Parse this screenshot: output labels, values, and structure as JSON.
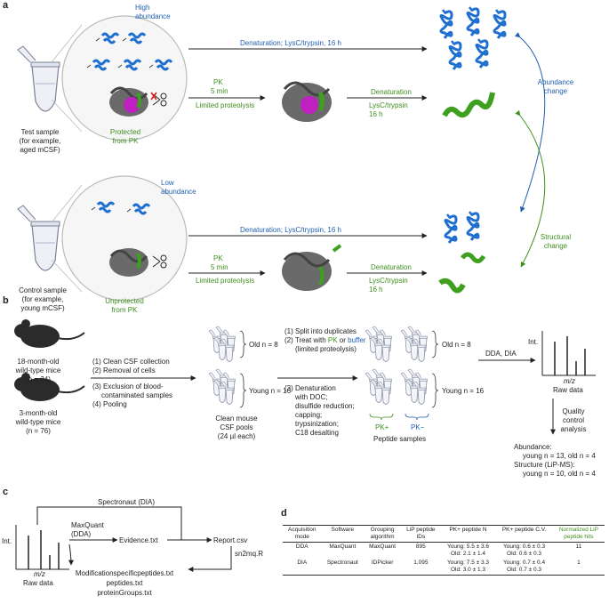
{
  "panel_labels": {
    "a": "a",
    "b": "b",
    "c": "c",
    "d": "d"
  },
  "a": {
    "high_abundance": [
      "High",
      "abundance"
    ],
    "low_abundance": [
      "Low",
      "abundance"
    ],
    "denat_lysc": "Denaturation; LysC/trypsin, 16 h",
    "pk": "PK",
    "five_min": "5 min",
    "limited_proteolysis": "Limited proteolysis",
    "denaturation": "Denaturation",
    "lysc_trypsin": "LysC/trypsin",
    "sixteen_h": "16 h",
    "protected": [
      "Protected",
      "from PK"
    ],
    "unprotected": [
      "Unprotected",
      "from PK"
    ],
    "test_sample": [
      "Test sample",
      "(for example,",
      "aged mCSF)"
    ],
    "control_sample": [
      "Control sample",
      "(for example,",
      "young mCSF)"
    ],
    "abundance_change": [
      "Abundance",
      "change"
    ],
    "structural_change": [
      "Structural",
      "change"
    ]
  },
  "b": {
    "mice_old": [
      "18-month-old",
      "wild-type mice"
    ],
    "mice_old_n": "(n = 34)",
    "mice_young": [
      "3-month-old",
      "wild-type mice"
    ],
    "mice_young_n": "(n = 76)",
    "steps1": [
      "(1) Clean CSF collection",
      "(2) Removal of cells",
      "(3) Exclusion of blood-",
      "contaminated samples",
      "(4) Pooling"
    ],
    "old_n": "Old n = 8",
    "young_n": "Young n = 16",
    "pools": [
      "Clean mouse",
      "CSF pools",
      "(24 µl each)"
    ],
    "steps2_1": "(1) Split into duplicates",
    "steps2_2a": "(2) Treat with ",
    "steps2_pk": "PK",
    "steps2_or": " or ",
    "steps2_buffer": "buffer",
    "steps2_3": "(limited proteolysis)",
    "steps3": [
      "(3) Denaturation",
      "with DOC;",
      "disulfide reduction;",
      "capping;",
      "trypsinization;",
      "C18 desalting"
    ],
    "old_n2": "Old n = 8",
    "young_n2": "Young n = 16",
    "pk_plus": "PK+",
    "pk_minus": "PK−",
    "peptide_samples": "Peptide samples",
    "dda_dia": "DDA, DIA",
    "int": "Int.",
    "mz": "m/z",
    "raw_data": "Raw data",
    "qc": [
      "Quality",
      "control",
      "analysis"
    ],
    "abundance": [
      "Abundance:",
      "young n = 13, old n = 4"
    ],
    "structure": [
      "Structure (LiP-MS):",
      "young n = 10, old n = 4"
    ]
  },
  "c": {
    "spectronaut": "Spectronaut (DIA)",
    "maxquant": [
      "MaxQuant",
      "(DDA)"
    ],
    "evidence": "Evidence.txt",
    "report": "Report.csv",
    "sn2mq": "sn2mq.R",
    "int": "Int.",
    "mz": "m/z",
    "raw_data": "Raw data",
    "outputs": [
      "Modificationspecificpeptides.txt",
      "peptides.txt",
      "proteinGroups.txt"
    ]
  },
  "d": {
    "headers": [
      [
        "Acquisition",
        "mode"
      ],
      [
        "Software"
      ],
      [
        "Grouping",
        "algorithm"
      ],
      [
        "LiP peptide",
        "IDs"
      ],
      [
        "PK+ peptide N"
      ],
      [
        "PK+ peptide C.V."
      ],
      [
        "Normalized LiP",
        "peptide hits"
      ]
    ],
    "rows": [
      [
        "DDA",
        "MaxQuant",
        "MaxQuant",
        "895",
        "Young: 5.5 ± 3.6|Old: 2.1 ± 1.4",
        "Young: 0.6 ± 0.3|Old: 0.6 ± 0.3",
        "11"
      ],
      [
        "DIA",
        "Spectronaut",
        "IDPicker",
        "1,095",
        "Young: 7.5 ± 3.3|Old: 3.0 ± 1.3",
        "Young: 0.7 ± 0.4|Old: 0.7 ± 0.3",
        "1"
      ]
    ]
  },
  "colors": {
    "blue": "#1f5fb0",
    "green": "#3f8f1e",
    "magenta": "#c020c0",
    "gray": "#555555"
  }
}
